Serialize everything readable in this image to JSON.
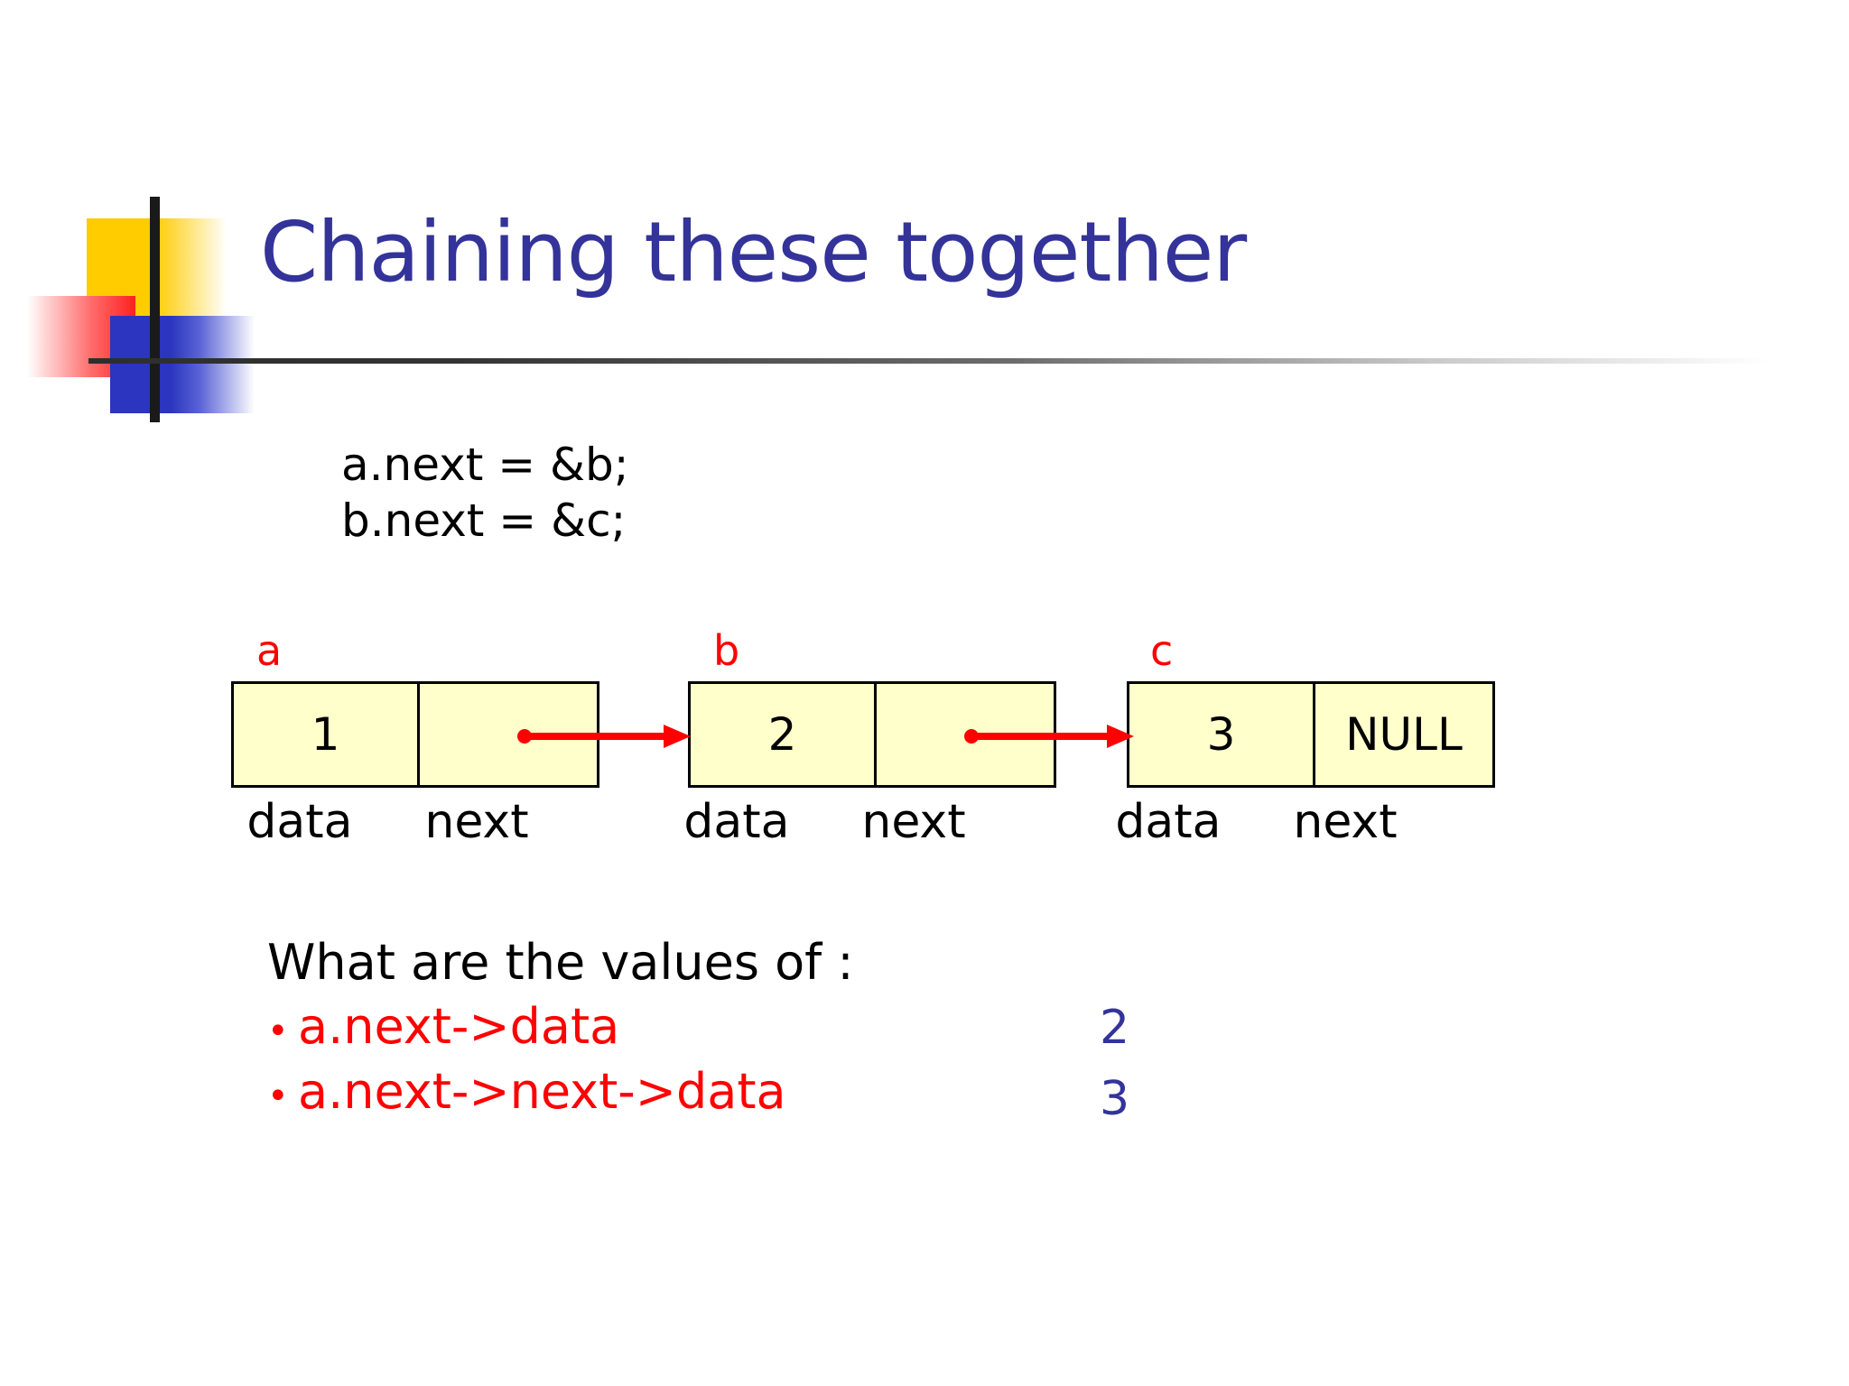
{
  "slide": {
    "title": "Chaining these together",
    "title_color": "#333399",
    "background": "#ffffff"
  },
  "code": {
    "lines": [
      "a.next = &b;",
      "b.next = &c;"
    ]
  },
  "diagram": {
    "type": "linked-list",
    "node_fill": "#FFFFCC",
    "node_border": "#000000",
    "pointer_color": "#FF0000",
    "field_labels": {
      "data": "data",
      "next": "next"
    },
    "nodes": [
      {
        "pointer_label": "a",
        "data": "1",
        "next": ""
      },
      {
        "pointer_label": "b",
        "data": "2",
        "next": ""
      },
      {
        "pointer_label": "c",
        "data": "3",
        "next": "NULL"
      }
    ]
  },
  "question": {
    "heading": "What are the values of :",
    "bullet_glyph": "•",
    "items": [
      "a.next->data",
      "a.next->next->data"
    ],
    "item_color": "#FF0000",
    "answers": [
      "2",
      "3"
    ],
    "answer_color": "#333399"
  }
}
